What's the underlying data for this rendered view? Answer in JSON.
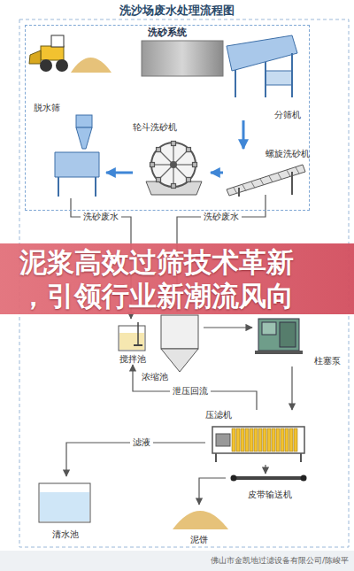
{
  "diagram": {
    "title": "洗沙场废水处理流程图",
    "nodes": [
      {
        "text": [
          "洗砂系统"
        ]
      },
      {
        "text": [
          "脱水筛"
        ],
        "in": 0
      },
      {
        "text": [
          "分筛机"
        ],
        "in": 0
      },
      {
        "text": [
          "轮斗洗砂机"
        ],
        "in": 0
      },
      {
        "text": [
          "螺旋洗砂机"
        ],
        "in": 0
      },
      {
        "text": [
          "泥浆高效过筛技术革新 ，引领行业新潮流风向"
        ]
      },
      {
        "text": [
          "搅拌池"
        ]
      },
      {
        "text": [
          "浓缩池"
        ]
      },
      {
        "text": [
          "柱塞泵"
        ]
      },
      {
        "text": [
          "压滤机"
        ]
      },
      {
        "text": [
          "皮带输送机"
        ]
      },
      {
        "text": [
          "清水池"
        ]
      },
      {
        "text": [
          "泥饼"
        ]
      }
    ],
    "edges": [
      {
        "from": 2,
        "to": 4,
        "arrow": "to"
      },
      {
        "from": 4,
        "to": 3,
        "arrow": "to"
      },
      {
        "from": 3,
        "to": 1,
        "arrow": "to"
      },
      {
        "from": 1,
        "to": 6,
        "label": "洗砂废水",
        "arrow": "to"
      },
      {
        "from": 4,
        "to": 7,
        "label": "洗砂废水",
        "arrow": "to"
      },
      {
        "from": 7,
        "to": 8,
        "arrow": "to"
      },
      {
        "from": 8,
        "to": 9,
        "arrow": "to"
      },
      {
        "from": 9,
        "to": 6,
        "label": "泄压回流",
        "arrow": "to"
      },
      {
        "from": 9,
        "to": 11,
        "label": "滤液",
        "arrow": "to"
      },
      {
        "from": 9,
        "to": 10,
        "arrow": "to"
      },
      {
        "from": 10,
        "to": 12,
        "arrow": "to"
      }
    ],
    "labels": [
      "佛山市金凯地过滤设备有限公司/陈峻平"
    ]
  }
}
